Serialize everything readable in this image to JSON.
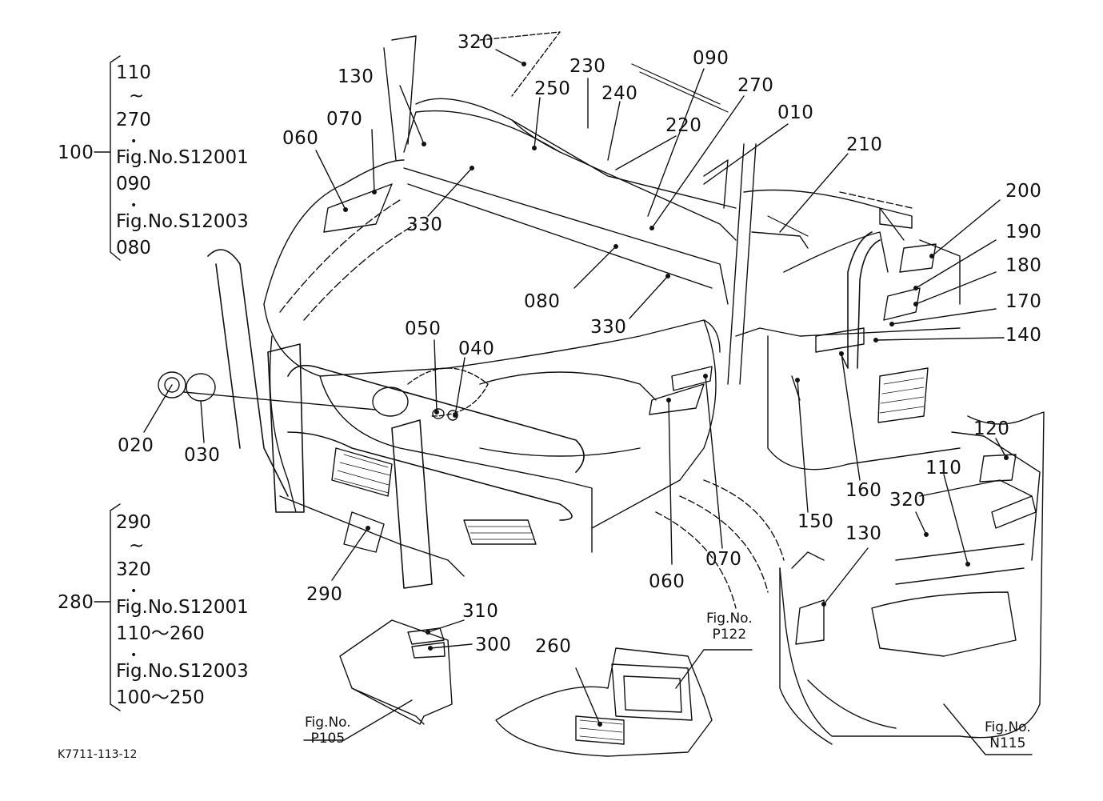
{
  "diagram_id": "K7711-113-12",
  "group_top": {
    "head": "100",
    "lines": [
      "110",
      "~",
      "270",
      "•",
      "Fig.No.S12001",
      "090",
      "•",
      "Fig.No.S12003",
      "080"
    ]
  },
  "group_bottom": {
    "head": "280",
    "lines": [
      "290",
      "~",
      "320",
      "•",
      "Fig.No.S12001",
      "110～260",
      "•",
      "Fig.No.S12003",
      "100～250"
    ]
  },
  "part_labels": {
    "p320a": "320",
    "p230": "230",
    "p090a": "090",
    "p130a": "130",
    "p250": "250",
    "p240": "240",
    "p270": "270",
    "p070a": "070",
    "p220": "220",
    "p010": "010",
    "p060a": "060",
    "p210": "210",
    "p200": "200",
    "p330a": "330",
    "p190": "190",
    "p180": "180",
    "p080": "080",
    "p170": "170",
    "p330b": "330",
    "p050": "050",
    "p140": "140",
    "p040": "040",
    "p020": "020",
    "p030": "030",
    "p120": "120",
    "p110": "110",
    "p160": "160",
    "p320b": "320",
    "p150": "150",
    "p130b": "130",
    "p070b": "070",
    "p060b": "060",
    "p290": "290",
    "p310": "310",
    "p300": "300",
    "p260": "260"
  },
  "fig_refs": {
    "p122": {
      "a": "Fig.No.",
      "b": "P122"
    },
    "p105": {
      "a": "Fig.No.",
      "b": "P105"
    },
    "n115": {
      "a": "Fig.No.",
      "b": "N115"
    }
  }
}
